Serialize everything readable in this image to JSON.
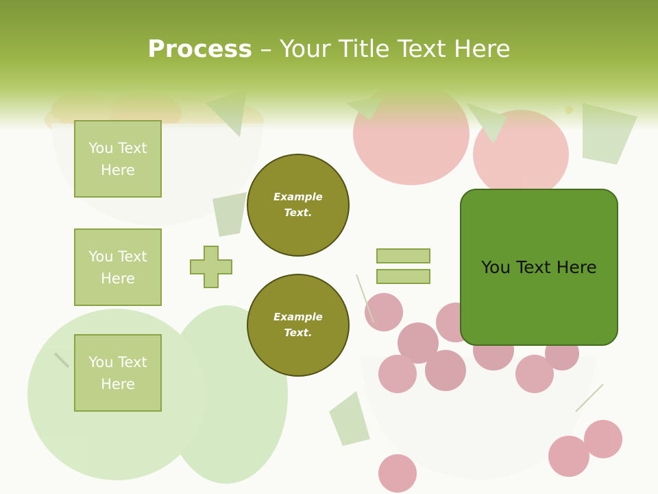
{
  "title": {
    "bold": "Process",
    "dash": " – ",
    "rest": "Your Title Text Here"
  },
  "left_boxes": [
    {
      "label": "You Text Here"
    },
    {
      "label": "You Text Here"
    },
    {
      "label": "You Text Here"
    }
  ],
  "circles": [
    {
      "label": "Example Text."
    },
    {
      "label": "Example Text."
    }
  ],
  "result_box": {
    "label": "You Text Here"
  },
  "operators": {
    "plus": "plus-sign-icon",
    "equals": "equals-sign-icon"
  },
  "colors": {
    "title_band": "#9bb548",
    "box_fill": "#bfd08a",
    "circle_fill": "#8f8f2f",
    "result_fill": "#659831",
    "operator_fill": "#bfd08a"
  }
}
